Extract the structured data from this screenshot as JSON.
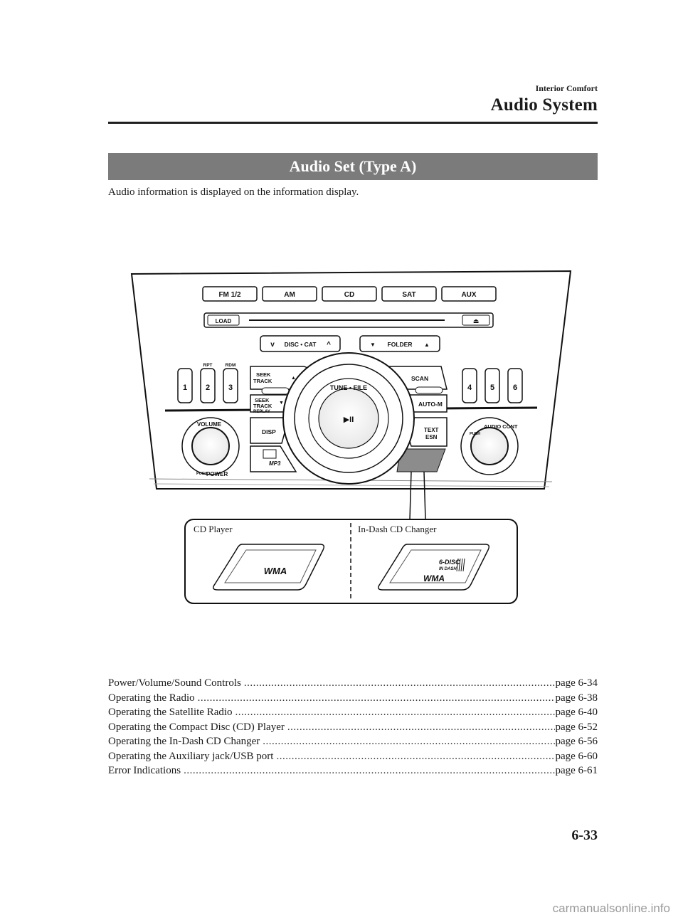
{
  "header": {
    "section": "Interior Comfort",
    "chapter": "Audio System"
  },
  "title": "Audio Set (Type A)",
  "intro": "Audio information is displayed on the information display.",
  "diagram": {
    "top_buttons": [
      "FM 1/2",
      "AM",
      "CD",
      "SAT",
      "AUX"
    ],
    "load_label": "LOAD",
    "disc_cat_label": "DISC • CAT",
    "folder_label": "FOLDER",
    "preset_left": [
      "1",
      "2",
      "3"
    ],
    "preset_right": [
      "4",
      "5",
      "6"
    ],
    "rpt_label": "RPT",
    "rdm_label": "RDM",
    "seek_up": [
      "SEEK",
      "TRACK"
    ],
    "seek_down": [
      "SEEK",
      "TRACK",
      "REPLAY"
    ],
    "scan_label": "SCAN",
    "automem_label": "AUTO-M",
    "disp_label": "DISP",
    "text_esn": [
      "TEXT",
      "ESN"
    ],
    "tune_file_label": "TUNE • FILE",
    "play_pause_label": "▶II",
    "volume_label": "VOLUME",
    "power_label": "POWER",
    "push_label": "PUSH",
    "audio_cont_label": "AUDIO CONT",
    "mp3_label": "MP3",
    "callout_cd_player": "CD Player",
    "callout_indash": "In-Dash CD Changer",
    "wma_label": "WMA",
    "six_disc_label": "6-DISC",
    "in_dash_label": "IN DASH"
  },
  "toc": [
    {
      "title": "Power/Volume/Sound Controls",
      "page": "page 6-34"
    },
    {
      "title": "Operating the Radio",
      "page": "page 6-38"
    },
    {
      "title": "Operating the Satellite Radio",
      "page": "page 6-40"
    },
    {
      "title": "Operating the Compact Disc (CD) Player",
      "page": "page 6-52"
    },
    {
      "title": "Operating the In-Dash CD Changer",
      "page": "page 6-56"
    },
    {
      "title": "Operating the Auxiliary jack/USB port",
      "page": "page 6-60"
    },
    {
      "title": "Error Indications",
      "page": "page 6-61"
    }
  ],
  "page_number": "6-33",
  "watermark": "carmanualsonline.info"
}
